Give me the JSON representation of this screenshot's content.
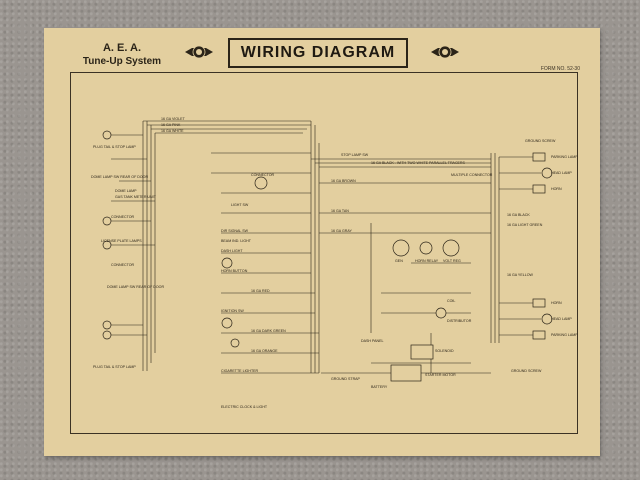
{
  "header": {
    "brand_line1": "A. E. A.",
    "brand_line2": "Tune-Up System",
    "title": "WIRING DIAGRAM",
    "form_no": "FORM NO. 52-30"
  },
  "labels": {
    "tail_stop_lamp_top": "PLUG TAIL & STOP LAMP",
    "dome_lamp_sw": "DOME LAMP SW REAR OF DOOR",
    "dome_lamp": "DOME LAMP",
    "gas_tank": "GAS TANK METER UNIT",
    "connector_1": "CONNECTOR",
    "license_lamp": "LICENSE PLATE LAMPS",
    "connector_2": "CONNECTOR",
    "dome_lamp_sw_2": "DOME LAMP SW REAR OF DOOR",
    "light_sw": "LIGHT SW",
    "dir_signal_sw": "DIR SIGNAL SW",
    "beam_ind": "BEAM IND. LIGHT",
    "dash_light": "DASH LIGHT",
    "horn_button": "HORN BUTTON",
    "stop_lamp_sw": "STOP LAMP SW",
    "ignition_sw": "IGNITION SW",
    "connector_top": "CONNECTOR",
    "multiple_connector": "MULTIPLE CONNECTOR",
    "gen": "GEN",
    "horn_relay": "HORN RELAY",
    "volt_reg": "VOLT REG",
    "coil": "COIL",
    "distributor": "DISTRIBUTOR",
    "dash_panel": "DASH PANEL",
    "solenoid": "SOLENOID",
    "starter_motor": "STARTER MOTOR",
    "cigarette_lighter": "CIGARETTE LIGHTER",
    "clock_light": "ELECTRIC CLOCK & LIGHT",
    "tail_stop_lamp_bottom": "PLUG TAIL & STOP LAMP",
    "ground_screw_top": "GROUND SCREW",
    "parking_lamp_top": "PARKING LAMP",
    "head_lamp_top": "HEAD LAMP",
    "horn_top": "HORN",
    "horn_bottom": "HORN",
    "head_lamp_bottom": "HEAD LAMP",
    "parking_lamp_bottom": "PARKING LAMP",
    "ground_screw_bottom": "GROUND SCREW",
    "black_white_tracers": "16 GA BLACK - WITH TWO WHITE PARALLEL TRACERS",
    "violet": "16 GA VIOLET",
    "pink": "16 GA PINK",
    "white": "16 GA WHITE",
    "brown": "16 GA BROWN",
    "tan": "16 GA TAN",
    "gray": "16 GA GRAY",
    "black": "16 GA BLACK",
    "red": "16 GA RED",
    "light_green": "16 GA LIGHT GREEN",
    "dark_green": "16 GA DARK GREEN",
    "orange": "16 GA ORANGE",
    "yellow": "16 GA YELLOW",
    "battery": "BATTERY",
    "ground_strap": "GROUND STRAP"
  }
}
